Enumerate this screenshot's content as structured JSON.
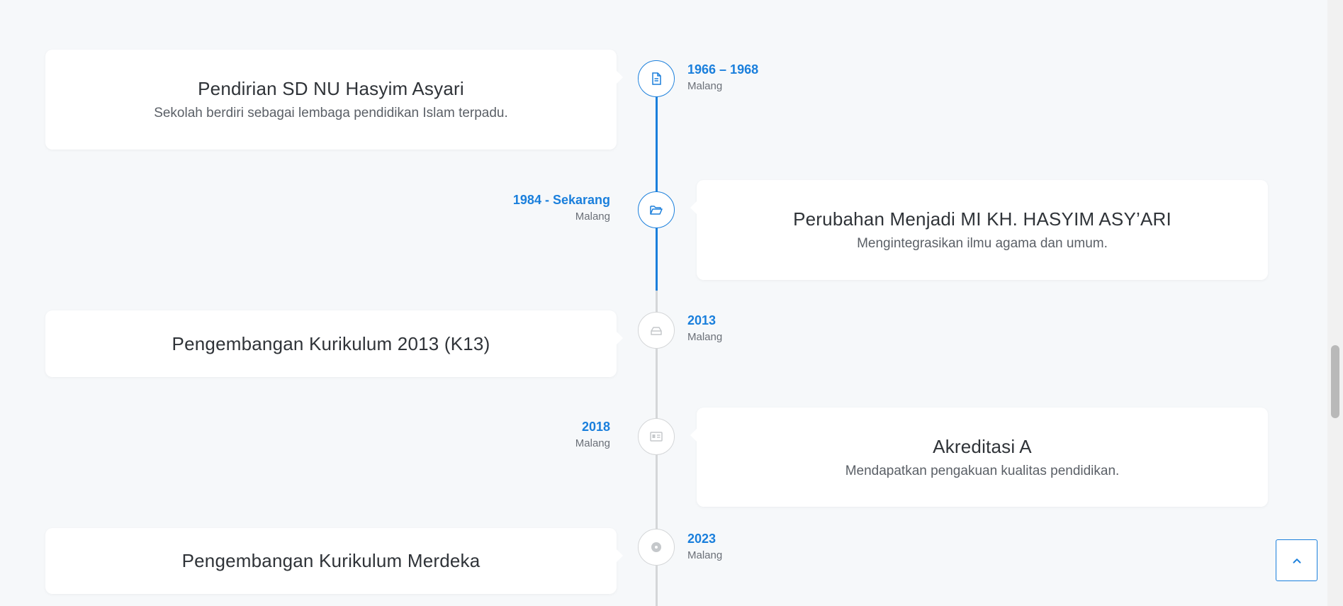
{
  "colors": {
    "accent": "#1a7fdc",
    "muted": "#d4d6d8",
    "background": "#f6f8fa"
  },
  "timeline": [
    {
      "years": "1966 – 1968",
      "place": "Malang",
      "title": "Pendirian SD NU Hasyim Asyari",
      "description": "Sekolah berdiri sebagai lembaga pendidikan Islam terpadu.",
      "icon": "document-icon",
      "active": true
    },
    {
      "years": "1984 - Sekarang",
      "place": "Malang",
      "title": "Perubahan Menjadi MI KH. HASYIM ASY’ARI",
      "description": "Mengintegrasikan ilmu agama dan umum.",
      "icon": "folder-open-icon",
      "active": true
    },
    {
      "years": "2013",
      "place": "Malang",
      "title": "Pengembangan Kurikulum 2013 (K13)",
      "description": "",
      "icon": "drive-icon",
      "active": false
    },
    {
      "years": "2018",
      "place": "Malang",
      "title": "Akreditasi A",
      "description": "Mendapatkan pengakuan kualitas pendidikan.",
      "icon": "id-card-icon",
      "active": false
    },
    {
      "years": "2023",
      "place": "Malang",
      "title": "Pengembangan Kurikulum Merdeka",
      "description": "",
      "icon": "disc-icon",
      "active": false
    }
  ],
  "back_to_top": {
    "icon": "chevron-up-icon"
  }
}
